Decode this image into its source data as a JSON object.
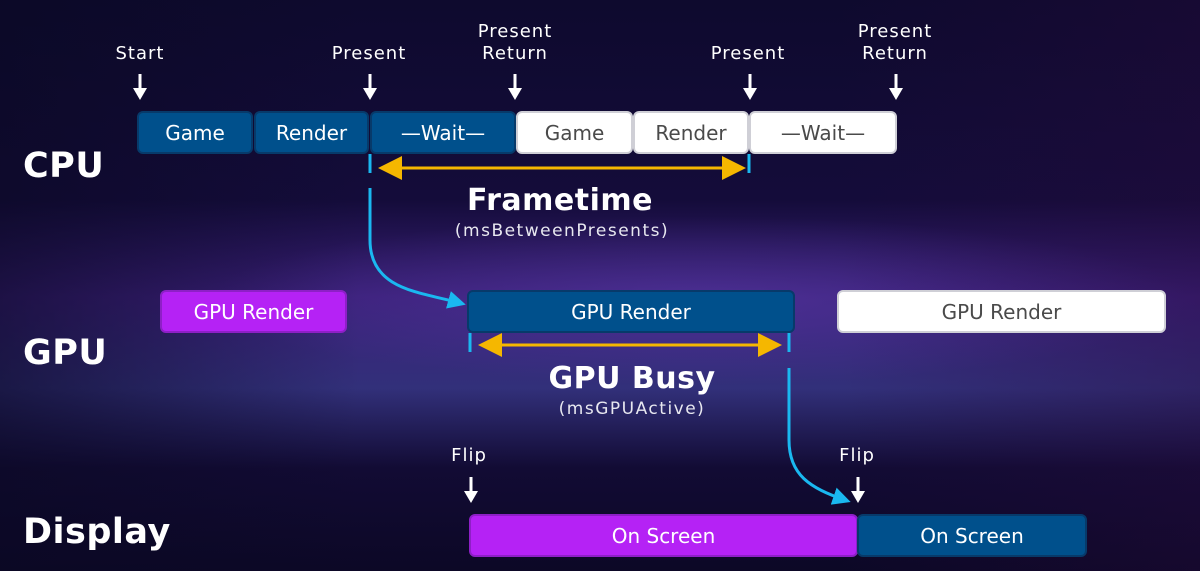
{
  "rows": {
    "cpu": "CPU",
    "gpu": "GPU",
    "display": "Display"
  },
  "cpu_markers": [
    {
      "id": "start",
      "label": "Start"
    },
    {
      "id": "present-1",
      "label": "Present"
    },
    {
      "id": "present-return-1",
      "label": "Present\nReturn"
    },
    {
      "id": "present-2",
      "label": "Present"
    },
    {
      "id": "present-return-2",
      "label": "Present\nReturn"
    }
  ],
  "cpu_blocks": {
    "frame1": [
      "Game",
      "Render",
      "—Wait—"
    ],
    "frame2": [
      "Game",
      "Render",
      "—Wait—"
    ]
  },
  "gpu_blocks": [
    "GPU Render",
    "GPU Render",
    "GPU Render"
  ],
  "display_markers": [
    "Flip",
    "Flip"
  ],
  "display_blocks": [
    "On Screen",
    "On Screen"
  ],
  "metrics": {
    "frametime": {
      "title": "Frametime",
      "subtitle": "(msBetweenPresents)"
    },
    "gpu_busy": {
      "title": "GPU Busy",
      "subtitle": "(msGPUActive)"
    }
  },
  "colors": {
    "frame_current": "#00508c",
    "frame_next": "#ffffff",
    "frame_previous": "#b522f5",
    "span_arrow": "#f5b700",
    "flow_arrow": "#1ab8f0"
  }
}
